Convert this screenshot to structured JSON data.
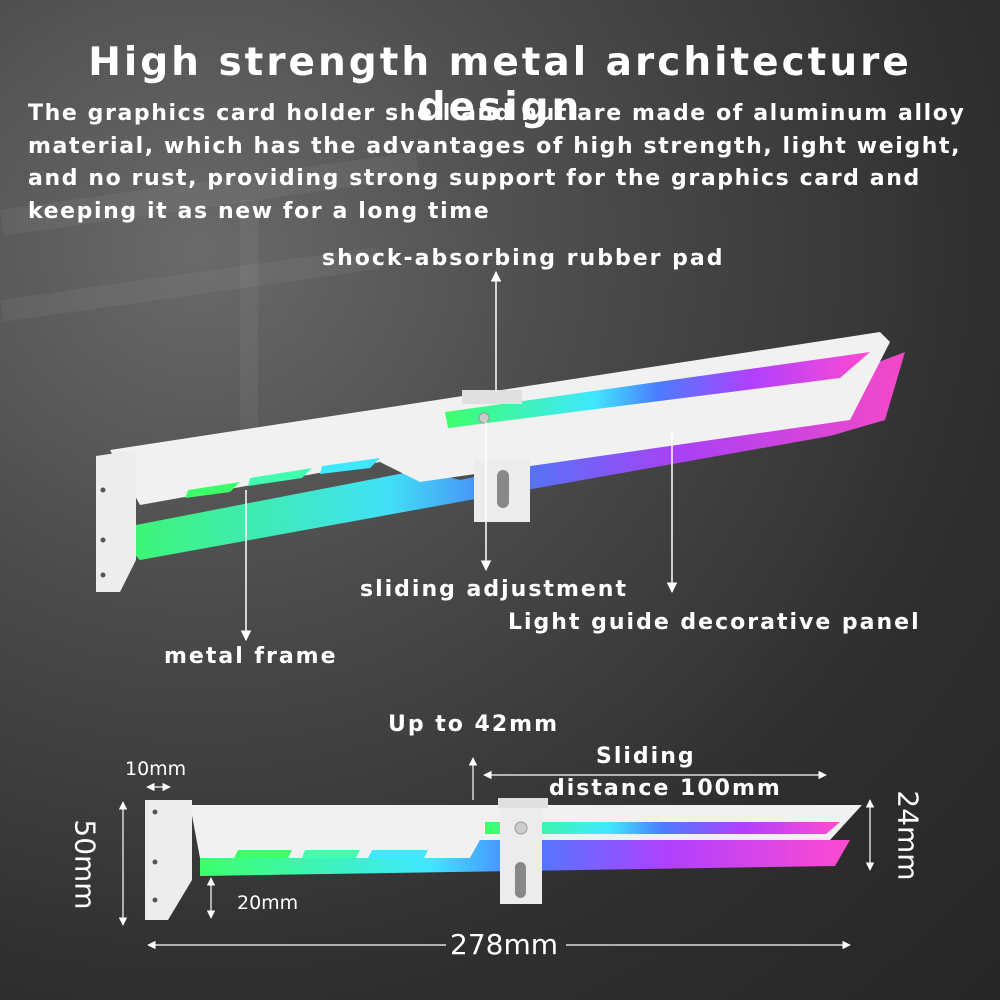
{
  "header": {
    "title": "High strength metal architecture design",
    "description_lines": [
      "The graphics card holder shell and nut are made of aluminum alloy",
      "material, which has the advantages of high strength, light weight,",
      "and no rust, providing strong support for the graphics card and",
      "keeping it as new for a long time"
    ]
  },
  "callouts": {
    "rubber_pad": "shock-absorbing rubber pad",
    "sliding": "sliding adjustment",
    "light_panel": "Light guide decorative panel",
    "metal_frame": "metal frame"
  },
  "dimensions": {
    "up_to": "Up to 42mm",
    "sliding_line1": "Sliding",
    "sliding_line2": "distance 100mm",
    "width_10": "10mm",
    "height_50": "50mm",
    "height_24": "24mm",
    "height_20": "20mm",
    "length_278": "278mm"
  },
  "colors": {
    "background": "#2f2f2f",
    "frame": "#f2f2f2",
    "rgb_green": "#3dff6a",
    "rgb_cyan": "#40e8ff",
    "rgb_blue": "#4a7dff",
    "rgb_purple": "#b040ff",
    "rgb_pink": "#ff4ad0"
  }
}
